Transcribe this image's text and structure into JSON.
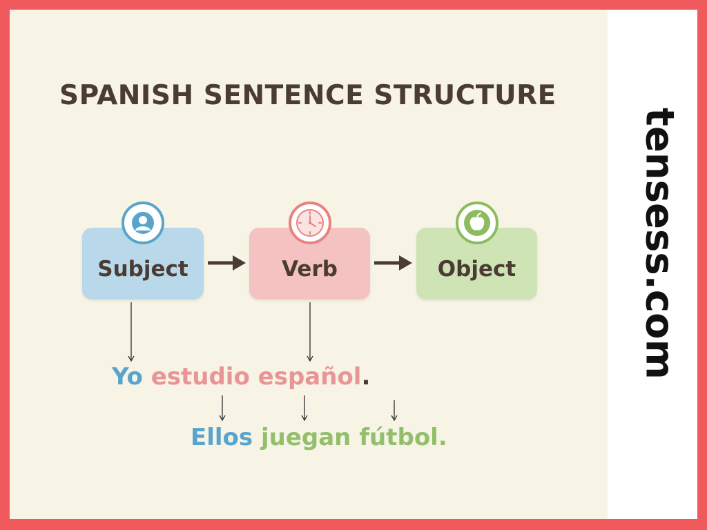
{
  "title": "SPANISH SENTENCE STRUCTURE",
  "brand": "tensess.com",
  "nodes": [
    {
      "label": "Subject",
      "icon": "person-icon",
      "color": "#b9d9ea",
      "accent": "#5aa3cc"
    },
    {
      "label": "Verb",
      "icon": "clock-icon",
      "color": "#f4c3c1",
      "accent": "#e9827f"
    },
    {
      "label": "Object",
      "icon": "apple-icon",
      "color": "#cfe4b5",
      "accent": "#8dbb5f"
    }
  ],
  "examples": [
    {
      "subject": "Yo",
      "verb": "estudio",
      "object": "español",
      "punct": "."
    },
    {
      "subject": "Ellos",
      "verb": "juegan",
      "object": "fútbol",
      "punct": "."
    }
  ],
  "colors": {
    "frame": "#f15a5c",
    "background": "#f7f4e6",
    "text": "#4a3b33",
    "subject": "#5aa3cc",
    "verb": "#e99597",
    "object": "#93bf6d"
  }
}
